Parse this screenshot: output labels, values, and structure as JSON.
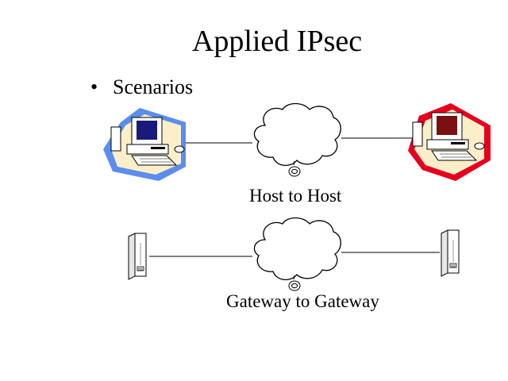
{
  "slide": {
    "title": "Applied IPsec",
    "bullet_symbol": "•",
    "bullet_text": "Scenarios"
  },
  "scenarios": [
    {
      "caption": "Host to Host",
      "left_device": "computer-icon",
      "right_device": "computer-icon",
      "network": "cloud-icon"
    },
    {
      "caption": "Gateway to Gateway",
      "left_device": "gateway-icon",
      "right_device": "gateway-icon",
      "network": "cloud-icon"
    }
  ],
  "colors": {
    "left_host_accent": "#5b8dee",
    "right_host_accent": "#e6001e",
    "host_backdrop": "#fbefc9",
    "left_monitor_screen": "#1a1a7a",
    "right_monitor_screen": "#7a1010"
  }
}
